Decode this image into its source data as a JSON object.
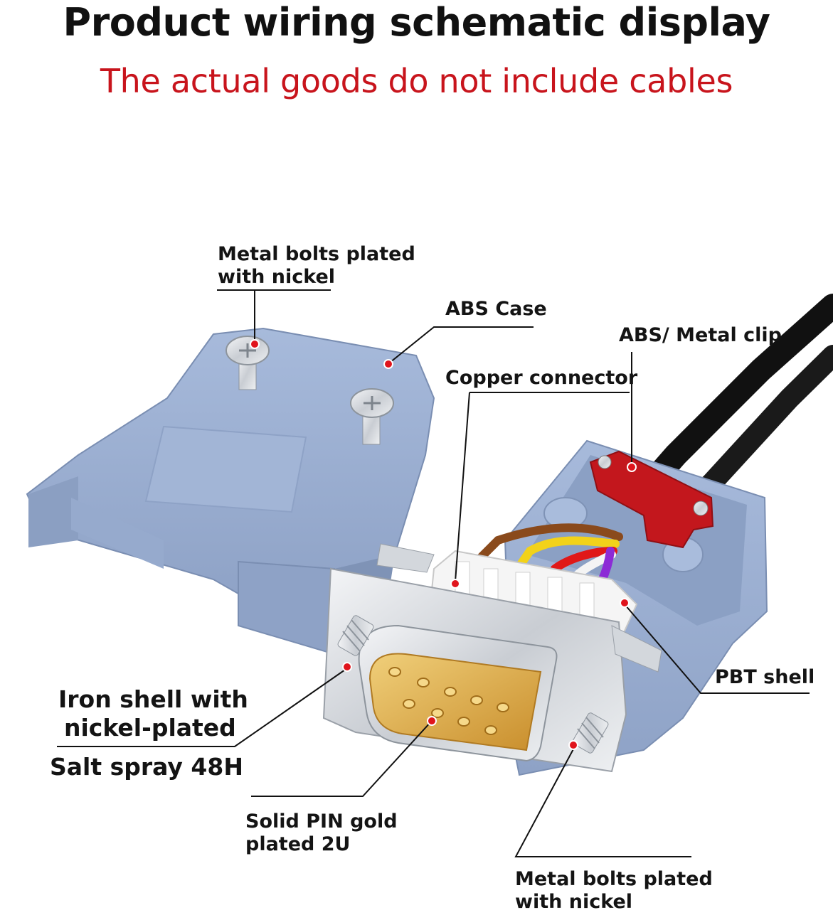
{
  "header": {
    "title": "Product wiring schematic display",
    "subtitle": "The actual goods do not include cables"
  },
  "callouts": {
    "top_bolts_line1": "Metal bolts plated",
    "top_bolts_line2": "with nickel",
    "abs_case": "ABS Case",
    "abs_metal_clip": "ABS/ Metal clip",
    "copper_connector": "Copper connector",
    "pbt_shell": "PBT shell",
    "iron_shell_line1": "Iron shell with",
    "iron_shell_line2": "nickel-plated",
    "salt_spray": "Salt spray 48H",
    "solid_pin_line1": "Solid PIN gold",
    "solid_pin_line2": "plated 2U",
    "bottom_bolts_line1": "Metal bolts plated",
    "bottom_bolts_line2": "with nickel"
  },
  "colors": {
    "title": "#111111",
    "subtitle": "#c8141c",
    "case": "#9aaed0",
    "case_dark": "#7f93b6",
    "metal": "#d9dde2",
    "gold": "#d9a441",
    "clip": "#c3171d",
    "marker": "#e0141c",
    "wire_brown": "#8a4a1c",
    "wire_yellow": "#f2d21a",
    "wire_red": "#e01818",
    "wire_purple": "#8c2bd6"
  }
}
